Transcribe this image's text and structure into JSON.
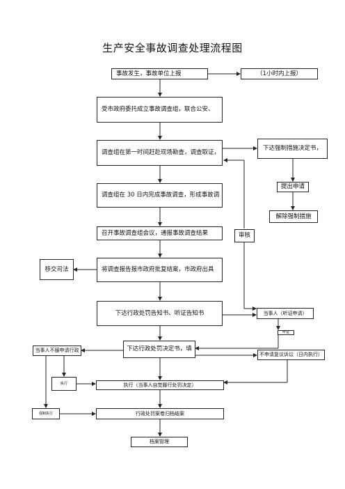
{
  "title": "生产安全事故调查处理流程图",
  "nodes": {
    "report": "事故发生，事故单位上报",
    "report_time": "（1小时内上报）",
    "entrust": "受市政府委托成立事故调查组，联合公安、",
    "investigate": "调查组在第一时间赶赴现场勘查，调查取证，",
    "complete": "调查组在 30 日内完成事故调查，形成事故调",
    "meeting": "召开事故调查组会议，通报事故调查结果",
    "approve": "将调查报告报市政府批复结案，市政府出具",
    "transfer": "移交司法",
    "notice": "下达行政处罚告知书、听证告知书",
    "coercive": "下达强制措施决定书，",
    "apply": "提出申请",
    "lift": "解除强制措施",
    "review": "审核",
    "party": "当事人（听证申请）",
    "party_small": "听证",
    "decision": "下达行政处罚决定书，填",
    "left_top": "当事人不服申请行政",
    "right_mid": "不申请复议诉讼（日内执行）",
    "small_box": "执行",
    "execute": "执行（当事人自觉履行处罚决定）",
    "left_bottom": "强制执行",
    "close_case": "行政处罚案卷归档结案",
    "archive": "档案管理"
  },
  "colors": {
    "line": "#222222",
    "border": "#222222"
  }
}
